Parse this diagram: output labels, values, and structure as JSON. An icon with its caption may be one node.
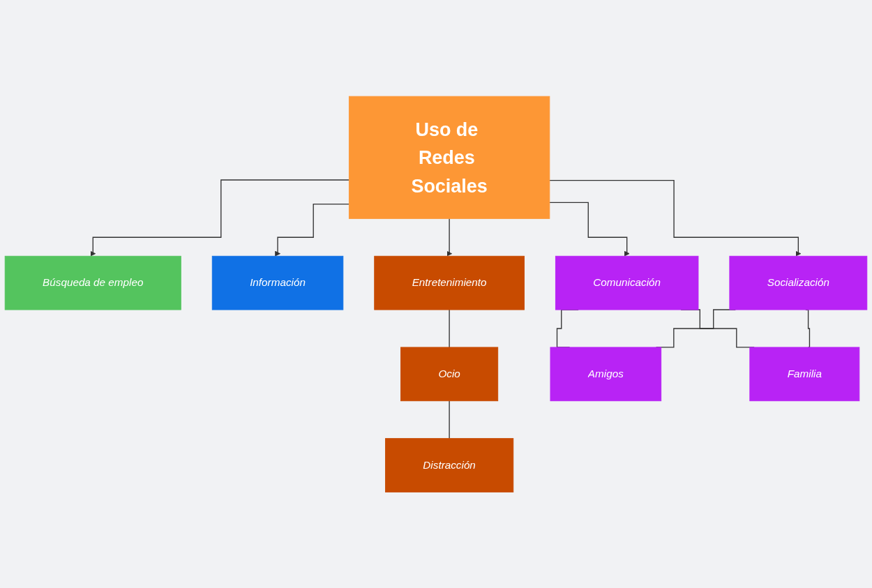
{
  "diagram": {
    "nodes": [
      {
        "text": [
          "Uso de Redes Sociales"
        ]
      },
      {
        "text": [
          "Búsqueda de empleo"
        ]
      },
      {
        "text": [
          "Información"
        ]
      },
      {
        "text": [
          "Entretenimiento"
        ]
      },
      {
        "text": [
          "Comunicación"
        ]
      },
      {
        "text": [
          "Socialización"
        ]
      },
      {
        "text": [
          "Ocio"
        ]
      },
      {
        "text": [
          "Distracción"
        ]
      },
      {
        "text": [
          "Amigos"
        ]
      },
      {
        "text": [
          "Familia"
        ]
      }
    ],
    "edges": [
      {
        "from": 0,
        "to": 1,
        "arrow": "to"
      },
      {
        "from": 0,
        "to": 2,
        "arrow": "to"
      },
      {
        "from": 0,
        "to": 3,
        "arrow": "to"
      },
      {
        "from": 0,
        "to": 4,
        "arrow": "to"
      },
      {
        "from": 0,
        "to": 5,
        "arrow": "to"
      },
      {
        "from": 3,
        "to": 6,
        "arrow": "none"
      },
      {
        "from": 6,
        "to": 7,
        "arrow": "none"
      },
      {
        "from": 4,
        "to": 8,
        "arrow": "none"
      },
      {
        "from": 4,
        "to": 9,
        "arrow": "none"
      },
      {
        "from": 5,
        "to": 8,
        "arrow": "none"
      },
      {
        "from": 5,
        "to": 9,
        "arrow": "none"
      }
    ]
  }
}
